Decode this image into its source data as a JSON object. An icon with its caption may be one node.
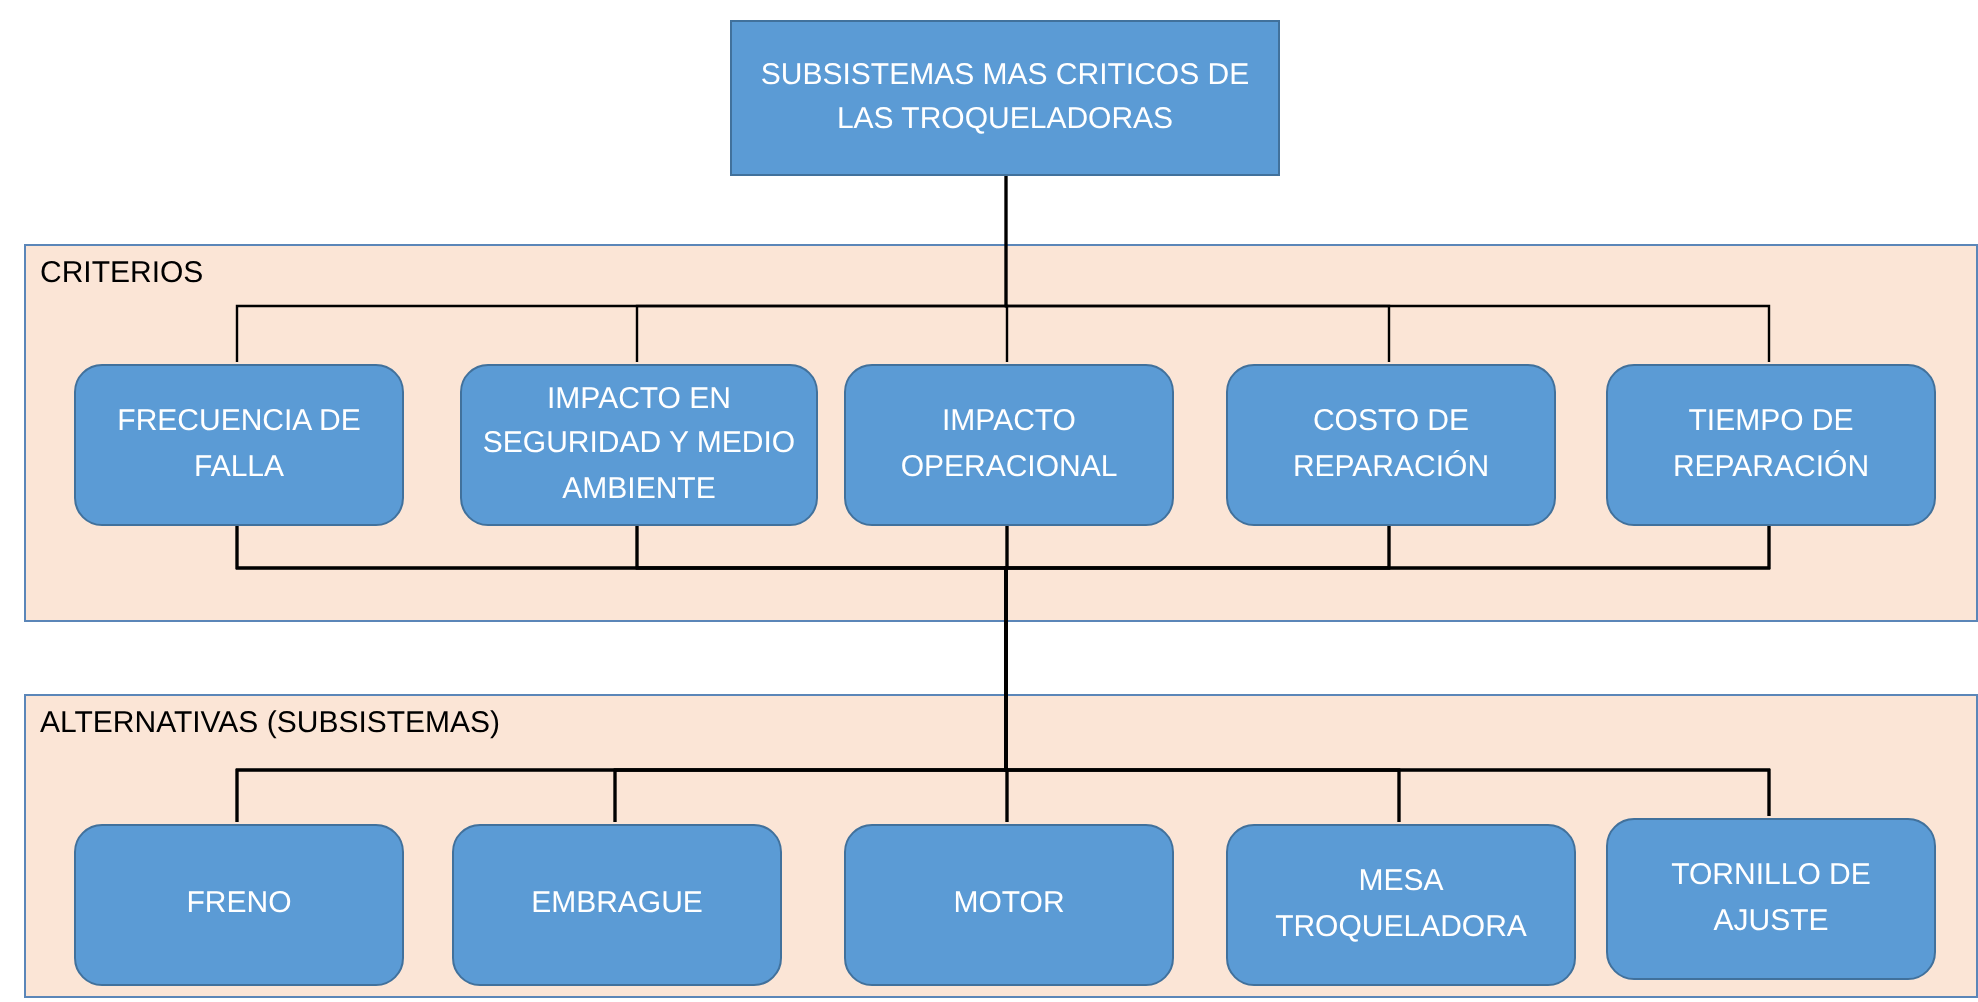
{
  "diagram": {
    "nodes": [
      {
        "text": [
          "SUBSISTEMAS MAS CRITICOS DE LAS TROQUELADORAS"
        ]
      },
      {
        "text": [
          "CRITERIOS"
        ]
      },
      {
        "text": [
          "FRECUENCIA DE FALLA"
        ],
        "in": 1
      },
      {
        "text": [
          "IMPACTO EN SEGURIDAD Y MEDIO AMBIENTE"
        ],
        "in": 1
      },
      {
        "text": [
          "IMPACTO OPERACIONAL"
        ],
        "in": 1
      },
      {
        "text": [
          "COSTO DE REPARACIÓN"
        ],
        "in": 1
      },
      {
        "text": [
          "TIEMPO DE REPARACIÓN"
        ],
        "in": 1
      },
      {
        "text": [
          "ALTERNATIVAS (SUBSISTEMAS)"
        ]
      },
      {
        "text": [
          "FRENO"
        ],
        "in": 7
      },
      {
        "text": [
          "EMBRAGUE"
        ],
        "in": 7
      },
      {
        "text": [
          "MOTOR"
        ],
        "in": 7
      },
      {
        "text": [
          "MESA TROQUELADORA"
        ],
        "in": 7
      },
      {
        "text": [
          "TORNILLO DE AJUSTE"
        ],
        "in": 7
      }
    ],
    "edges": [
      {
        "from": 0,
        "to": 2,
        "arrow": "none"
      },
      {
        "from": 0,
        "to": 3,
        "arrow": "none"
      },
      {
        "from": 0,
        "to": 4,
        "arrow": "none"
      },
      {
        "from": 0,
        "to": 5,
        "arrow": "none"
      },
      {
        "from": 0,
        "to": 6,
        "arrow": "none"
      },
      {
        "from": 2,
        "to": 8,
        "arrow": "none"
      },
      {
        "from": 2,
        "to": 9,
        "arrow": "none"
      },
      {
        "from": 2,
        "to": 10,
        "arrow": "none"
      },
      {
        "from": 2,
        "to": 11,
        "arrow": "none"
      },
      {
        "from": 2,
        "to": 12,
        "arrow": "none"
      },
      {
        "from": 3,
        "to": 8,
        "arrow": "none"
      },
      {
        "from": 3,
        "to": 9,
        "arrow": "none"
      },
      {
        "from": 3,
        "to": 10,
        "arrow": "none"
      },
      {
        "from": 3,
        "to": 11,
        "arrow": "none"
      },
      {
        "from": 3,
        "to": 12,
        "arrow": "none"
      },
      {
        "from": 4,
        "to": 8,
        "arrow": "none"
      },
      {
        "from": 4,
        "to": 9,
        "arrow": "none"
      },
      {
        "from": 4,
        "to": 10,
        "arrow": "none"
      },
      {
        "from": 4,
        "to": 11,
        "arrow": "none"
      },
      {
        "from": 4,
        "to": 12,
        "arrow": "none"
      },
      {
        "from": 5,
        "to": 8,
        "arrow": "none"
      },
      {
        "from": 5,
        "to": 9,
        "arrow": "none"
      },
      {
        "from": 5,
        "to": 10,
        "arrow": "none"
      },
      {
        "from": 5,
        "to": 11,
        "arrow": "none"
      },
      {
        "from": 5,
        "to": 12,
        "arrow": "none"
      },
      {
        "from": 6,
        "to": 8,
        "arrow": "none"
      },
      {
        "from": 6,
        "to": 9,
        "arrow": "none"
      },
      {
        "from": 6,
        "to": 10,
        "arrow": "none"
      },
      {
        "from": 6,
        "to": 11,
        "arrow": "none"
      },
      {
        "from": 6,
        "to": 12,
        "arrow": "none"
      }
    ]
  }
}
